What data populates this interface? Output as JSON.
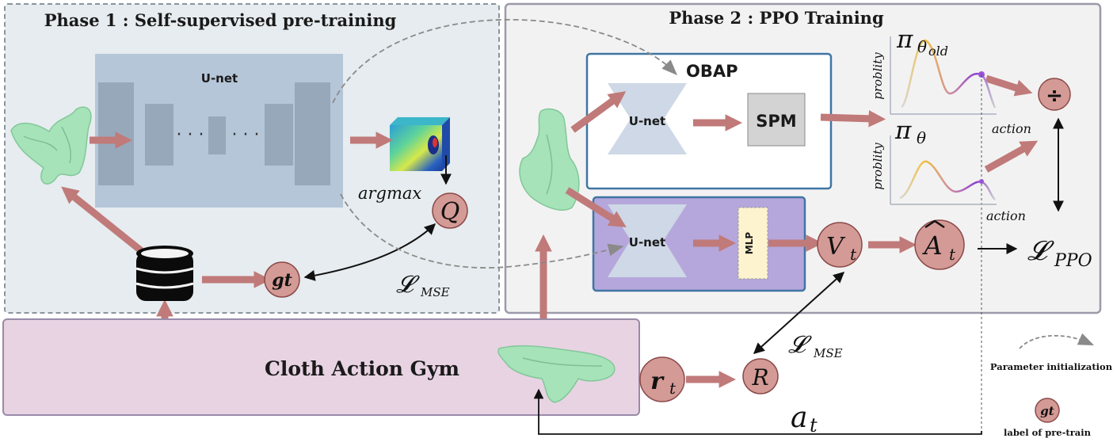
{
  "phase1": {
    "title": "Phase 1 : Self-supervised pre-training"
  },
  "phase2": {
    "title": "Phase 2 : PPO Training"
  },
  "unet": {
    "label": "U-net",
    "dots": "· · ·"
  },
  "obap": {
    "label": "OBAP",
    "unet_label": "U-net",
    "spm_label": "SPM"
  },
  "critic": {
    "unet_label": "U-net",
    "mlp_label": "MLP"
  },
  "gym": {
    "label": "Cloth Action Gym"
  },
  "symbols": {
    "argmax": "argmax",
    "q": "Q",
    "gt": "gt",
    "loss_mse_1": "𝓛",
    "loss_mse_1_sub": "MSE",
    "loss_mse_2": "𝓛",
    "loss_mse_2_sub": "MSE",
    "v": "V",
    "v_sub": "t",
    "a_hat": "A",
    "a_hat_sub": "t",
    "loss_ppo": "𝓛",
    "loss_ppo_sub": "PPO",
    "r": "r",
    "r_sub": "t",
    "big_r": "R",
    "a": "a",
    "a_sub": "t",
    "divide": "÷"
  },
  "plots": {
    "old": {
      "policy": "π",
      "sub": "θ",
      "subsub": "old",
      "ylabel": "problity",
      "xlabel": "action"
    },
    "new": {
      "policy": "π",
      "sub": "θ",
      "ylabel": "problity",
      "xlabel": "action"
    }
  },
  "legend": {
    "param_init": "Parameter initialization",
    "label_pretrain": "label  of pre-train",
    "gt": "gt"
  },
  "colors": {
    "arrow": "#c07a79",
    "node": "#d49a95",
    "phase1_bg": "#e6ecef",
    "phase2_bg": "#f3f2f2",
    "gym_bg": "#e8d3e3",
    "critic_bg": "#b5a7db",
    "border": "#4a7fa8",
    "unet": "#b6c6d9",
    "cloth": "#a6e3b8"
  }
}
